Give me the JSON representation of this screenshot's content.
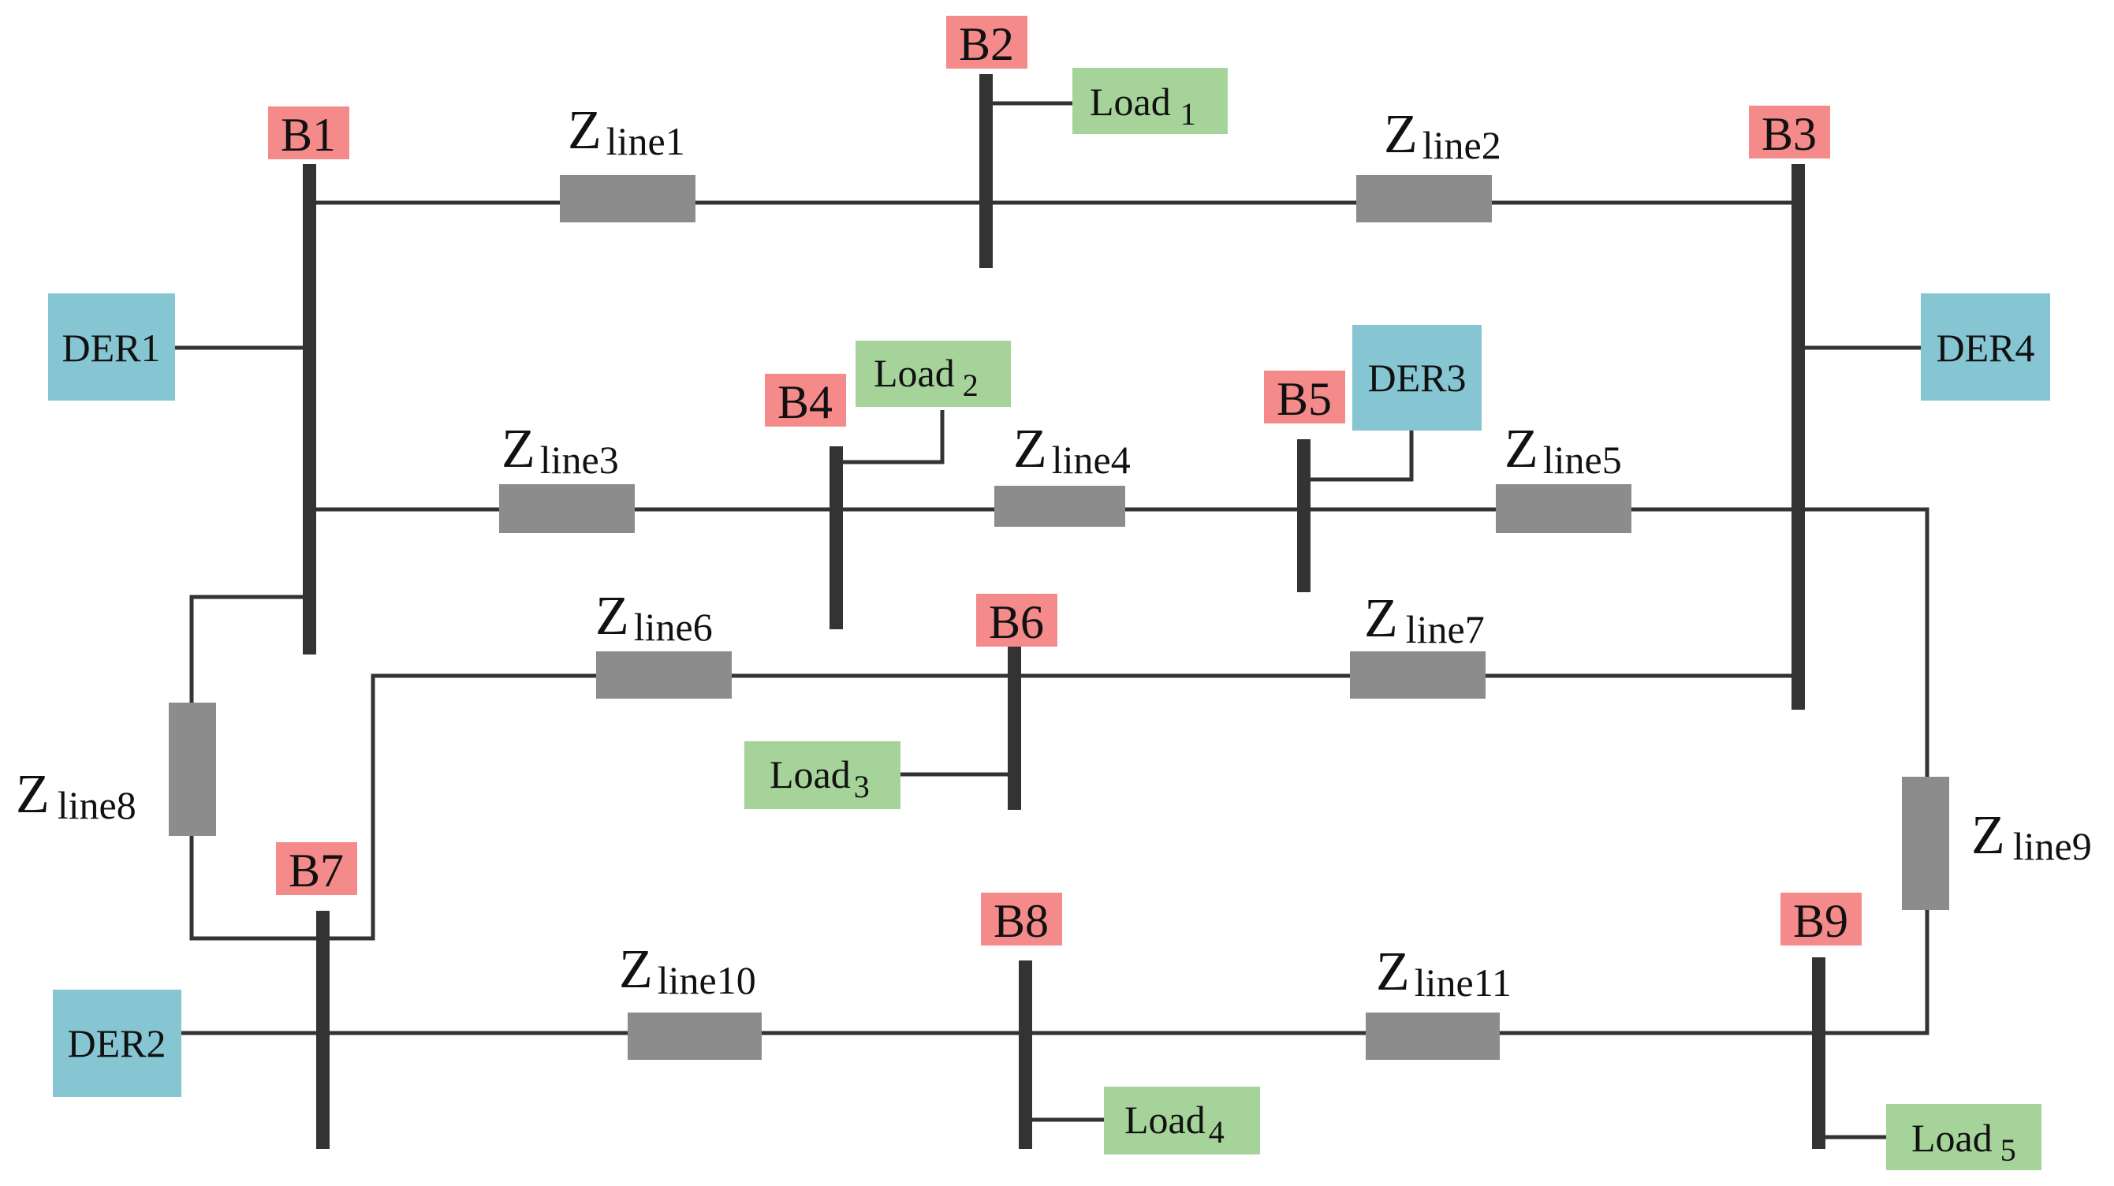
{
  "colors": {
    "bus_bar": "#333333",
    "wire": "#333333",
    "impedance": "#8c8c8c",
    "bus_label_bg": "#f58a8a",
    "der_bg": "#86c5d2",
    "load_bg": "#a6d39a",
    "background": "#ffffff"
  },
  "buses": {
    "b1": "B1",
    "b2": "B2",
    "b3": "B3",
    "b4": "B4",
    "b5": "B5",
    "b6": "B6",
    "b7": "B7",
    "b8": "B8",
    "b9": "B9"
  },
  "ders": {
    "der1": "DER1",
    "der2": "DER2",
    "der3": "DER3",
    "der4": "DER4"
  },
  "loads": {
    "load1": {
      "text": "Load",
      "sub": "1"
    },
    "load2": {
      "text": "Load",
      "sub": "2"
    },
    "load3": {
      "text": "Load",
      "sub": "3"
    },
    "load4": {
      "text": "Load",
      "sub": "4"
    },
    "load5": {
      "text": "Load",
      "sub": "5"
    }
  },
  "lines": {
    "line1": {
      "z": "Z",
      "sub": "line1"
    },
    "line2": {
      "z": "Z",
      "sub": "line2"
    },
    "line3": {
      "z": "Z",
      "sub": "line3"
    },
    "line4": {
      "z": "Z",
      "sub": "line4"
    },
    "line5": {
      "z": "Z",
      "sub": "line5"
    },
    "line6": {
      "z": "Z",
      "sub": "line6"
    },
    "line7": {
      "z": "Z",
      "sub": "line7"
    },
    "line8": {
      "z": "Z",
      "sub": "line8"
    },
    "line9": {
      "z": "Z",
      "sub": "line9"
    },
    "line10": {
      "z": "Z",
      "sub": "line10"
    },
    "line11": {
      "z": "Z",
      "sub": "line11"
    }
  }
}
